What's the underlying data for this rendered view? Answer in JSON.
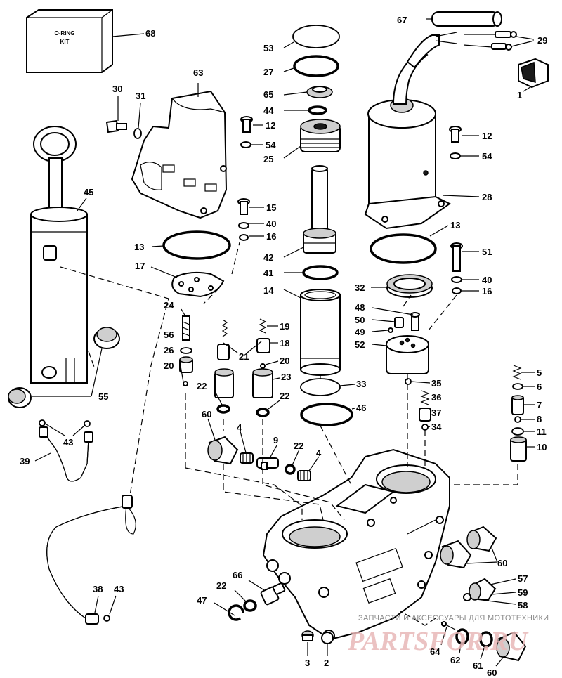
{
  "kit": {
    "line1": "O-RING",
    "line2": "KIT"
  },
  "watermark": {
    "top": "ЗАПЧАСТИ И АКСЕССУАРЫ ДЛЯ МОТОТЕХНИКИ",
    "brand": "PARTSFOR.RU"
  },
  "callouts": {
    "c67": "67",
    "c29": "29",
    "c68": "68",
    "c53": "53",
    "c27": "27",
    "c1": "1",
    "c63": "63",
    "c30": "30",
    "c31": "31",
    "c65": "65",
    "c44": "44",
    "c12a": "12",
    "c12b": "12",
    "c54a": "54",
    "c54b": "54",
    "c25": "25",
    "c45": "45",
    "c28": "28",
    "c15": "15",
    "c40a": "40",
    "c16a": "16",
    "c13a": "13",
    "c13b": "13",
    "c42": "42",
    "c51": "51",
    "c17": "17",
    "c41": "41",
    "c40b": "40",
    "c14": "14",
    "c32": "32",
    "c16b": "16",
    "c24": "24",
    "c48": "48",
    "c50": "50",
    "c49": "49",
    "c19": "19",
    "c56": "56",
    "c18": "18",
    "c52": "52",
    "c26": "26",
    "c21": "21",
    "c20a": "20",
    "c20b": "20",
    "c5": "5",
    "c23": "23",
    "c6": "6",
    "c35": "35",
    "c55": "55",
    "c22a": "22",
    "c22b": "22",
    "c33": "33",
    "c36": "36",
    "c7": "7",
    "c8": "8",
    "c60a": "60",
    "c37": "37",
    "c46": "46",
    "c34": "34",
    "c11": "11",
    "c43a": "43",
    "c4a": "4",
    "c9": "9",
    "c10": "10",
    "c39": "39",
    "c22c": "22",
    "c4b": "4",
    "c60b": "60",
    "c66": "66",
    "c57": "57",
    "c38": "38",
    "c43b": "43",
    "c22d": "22",
    "c59": "59",
    "c47": "47",
    "c58": "58",
    "c3": "3",
    "c2": "2",
    "c64": "64",
    "c62": "62",
    "c61": "61",
    "c60c": "60"
  }
}
